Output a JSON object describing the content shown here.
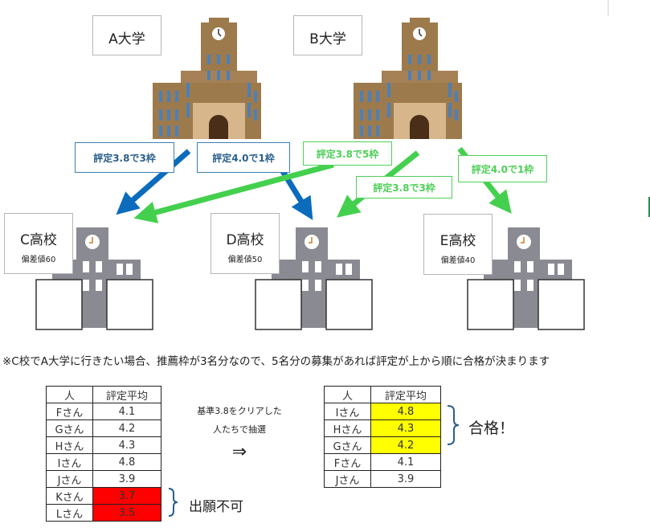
{
  "universities": [
    {
      "name": "A大学"
    },
    {
      "name": "B大学"
    }
  ],
  "schools": [
    {
      "name": "C高校",
      "deviation": "偏差値60"
    },
    {
      "name": "D高校",
      "deviation": "偏差値50"
    },
    {
      "name": "E高校",
      "deviation": "偏差値40"
    }
  ],
  "rules": [
    {
      "text": "評定3.8で3枠",
      "from": "A大学",
      "to": "C高校",
      "color": "#0b6bbd"
    },
    {
      "text": "評定4.0で1枠",
      "from": "A大学",
      "to": "D高校",
      "color": "#0b6bbd"
    },
    {
      "text": "評定3.8で5枠",
      "from": "B大学",
      "to": "C高校",
      "color": "#44d04e"
    },
    {
      "text": "評定3.8で3枠",
      "from": "B大学",
      "to": "D高校",
      "color": "#44d04e"
    },
    {
      "text": "評定4.0で1枠",
      "from": "B大学",
      "to": "E高校",
      "color": "#44d04e"
    }
  ],
  "note": "※C校でA大学に行きたい場合、推薦枠が3名分なので、5名分の募集があれば評定が上から順に合格が決まります",
  "table_before": {
    "headers": [
      "人",
      "評定平均"
    ],
    "rows": [
      [
        "Fさん",
        "4.1"
      ],
      [
        "Gさん",
        "4.2"
      ],
      [
        "Hさん",
        "4.3"
      ],
      [
        "Iさん",
        "4.8"
      ],
      [
        "Jさん",
        "3.9"
      ],
      [
        "Kさん",
        "3.7"
      ],
      [
        "Lさん",
        "3.5"
      ]
    ]
  },
  "table_after": {
    "headers": [
      "人",
      "評定平均"
    ],
    "rows": [
      [
        "Iさん",
        "4.8"
      ],
      [
        "Hさん",
        "4.3"
      ],
      [
        "Gさん",
        "4.2"
      ],
      [
        "Fさん",
        "4.1"
      ],
      [
        "Jさん",
        "3.9"
      ]
    ]
  },
  "middle": {
    "line1": "基準3.8をクリアした",
    "line2": "人たちで抽選",
    "arrow": "⇒"
  },
  "rejected_label": "出願不可",
  "passed_label": "合格！",
  "colors": {
    "rejected": "#ff0000",
    "passed": "#ffff00"
  }
}
